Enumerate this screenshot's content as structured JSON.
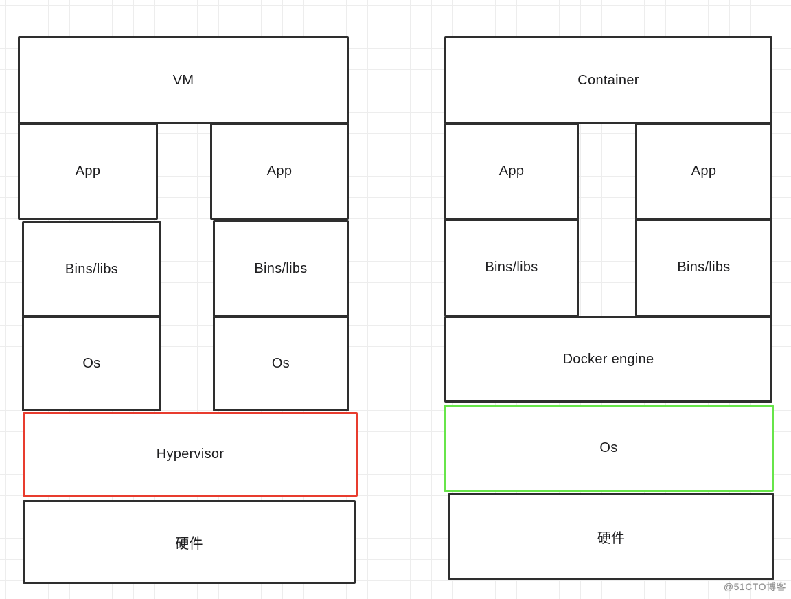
{
  "page": {
    "watermark": "@51CTO博客"
  },
  "colors": {
    "stroke": "#2e2e2e",
    "accent_red": "#e83c2e",
    "accent_green": "#67e54a",
    "grid": "#ededed",
    "text": "#1d1d1f",
    "watermark": "#8e8e8e"
  },
  "vm_stack": {
    "title": "VM",
    "app_left": "App",
    "app_right": "App",
    "bins_left": "Bins/libs",
    "bins_right": "Bins/libs",
    "os_left": "Os",
    "os_right": "Os",
    "hypervisor": "Hypervisor",
    "hardware": "硬件"
  },
  "container_stack": {
    "title": "Container",
    "app_left": "App",
    "app_right": "App",
    "bins_left": "Bins/libs",
    "bins_right": "Bins/libs",
    "docker_engine": "Docker engine",
    "os": "Os",
    "hardware": "硬件"
  }
}
